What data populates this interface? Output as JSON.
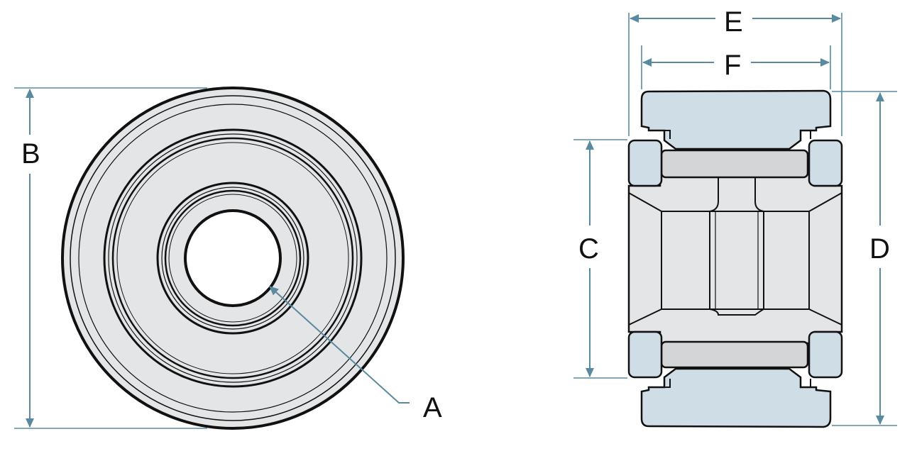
{
  "labels": {
    "a": "A",
    "b": "B",
    "c": "C",
    "d": "D",
    "e": "E",
    "f": "F"
  },
  "colors": {
    "dimension_line": "#5a8aa0",
    "outline": "#111111",
    "steel_fill": "#e4e5e6",
    "outer_ring_fill": "#cfdde6",
    "roller_fill": "#cfdde6",
    "needle_fill": "#d4d5d6"
  },
  "icons": {
    "arrowhead": "arrowhead-icon"
  }
}
